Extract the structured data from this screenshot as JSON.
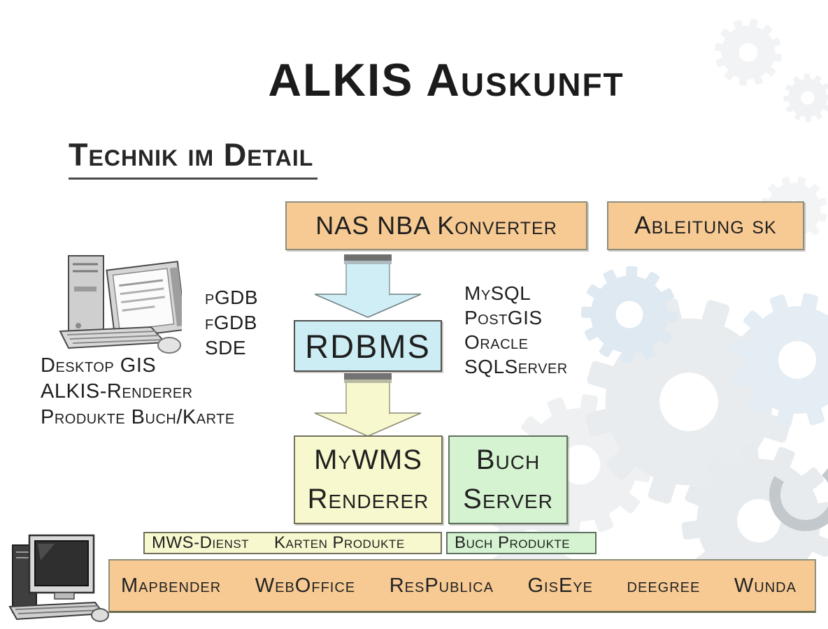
{
  "slide": {
    "title": "ALKIS Auskunft",
    "subtitle": "Technik im Detail"
  },
  "diagram": {
    "konverter_box": {
      "label": "NAS NBA Konverter"
    },
    "ableitung_box": {
      "label": "Ableitung sk"
    },
    "rdbms_box": {
      "label": "RDBMS"
    },
    "mywms_box": {
      "line1": "MyWMS",
      "line2": "Renderer"
    },
    "buch_server_box": {
      "line1": "Buch",
      "line2": "Server"
    },
    "left_db_formats": [
      "pGDB",
      "fGDB",
      "SDE"
    ],
    "right_db_systems": [
      "MySQL",
      "PostGIS",
      "Oracle",
      "SQLServer"
    ],
    "desktop_labels": [
      "Desktop GIS",
      "ALKIS-Renderer",
      "Produkte Buch/Karte"
    ],
    "mws_strip": {
      "label1": "MWS-Dienst",
      "label2": "Karten Produkte"
    },
    "buch_strip": {
      "label": "Buch Produkte"
    },
    "products_bar": [
      "Mapbender",
      "WebOffice",
      "ResPublica",
      "GisEye",
      "deegree",
      "Wunda"
    ]
  },
  "icons": {
    "desktop_computer": "desktop-computer-icon",
    "workstation_computer": "workstation-computer-icon",
    "arrow_blue": "down-arrow-blue-icon",
    "arrow_yellow": "down-arrow-yellow-icon",
    "watermark": "gears-watermark"
  },
  "colors": {
    "box_orange": "#f7ca94",
    "box_blue": "#cdedf4",
    "box_yellow": "#f8f8cf",
    "box_green": "#d5f2d1",
    "arrow_blue": "#cfeef5",
    "arrow_yellow": "#f8f8cf",
    "arrow_cap_gray": "#717171",
    "text_dark": "#1f1f1f",
    "gear_gray": "#e9ecee",
    "gear_blue": "#dfe9f2"
  }
}
